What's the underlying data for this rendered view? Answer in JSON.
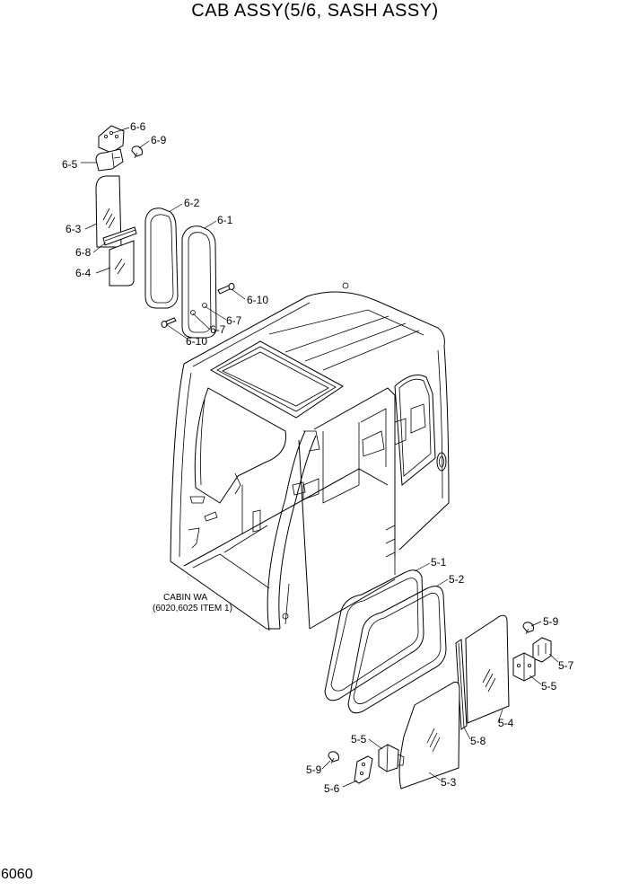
{
  "title": "CAB ASSY(5/6, SASH ASSY)",
  "page_number": "6060",
  "cabin_note": {
    "line1": "CABIN WA",
    "line2": "(6020,6025 ITEM 1)"
  },
  "callouts": {
    "c6_6": "6-6",
    "c6_9": "6-9",
    "c6_5": "6-5",
    "c6_3": "6-3",
    "c6_8": "6-8",
    "c6_4": "6-4",
    "c6_2": "6-2",
    "c6_1": "6-1",
    "c6_10a": "6-10",
    "c6_7a": "6-7",
    "c6_7b": "6-7",
    "c6_10b": "6-10",
    "c5_1": "5-1",
    "c5_2": "5-2",
    "c5_9a": "5-9",
    "c5_7": "5-7",
    "c5_5a": "5-5",
    "c5_4": "5-4",
    "c5_8": "5-8",
    "c5_5b": "5-5",
    "c5_9b": "5-9",
    "c5_6": "5-6",
    "c5_3": "5-3"
  }
}
